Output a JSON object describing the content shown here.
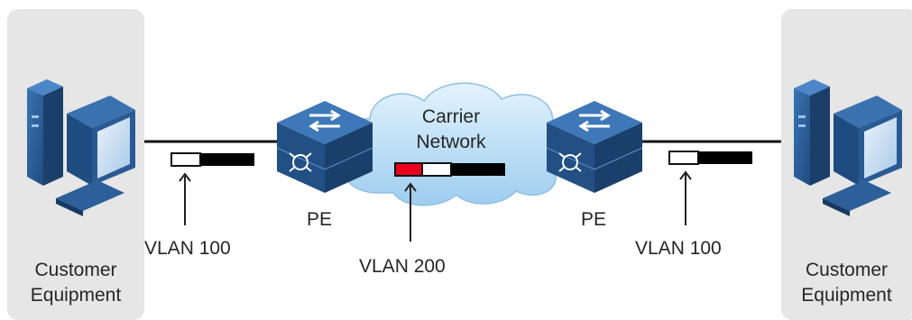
{
  "left_customer": {
    "label_line1": "Customer",
    "label_line2": "Equipment"
  },
  "right_customer": {
    "label_line1": "Customer",
    "label_line2": "Equipment"
  },
  "cloud": {
    "label_line1": "Carrier",
    "label_line2": "Network"
  },
  "pe_left": {
    "label": "PE"
  },
  "pe_right": {
    "label": "PE"
  },
  "tags": {
    "left": {
      "label": "VLAN 100"
    },
    "middle": {
      "label": "VLAN 200"
    },
    "right": {
      "label": "VLAN 100"
    }
  },
  "colors": {
    "panel": "#e6e6e6",
    "device_blue": "#2d5f9a",
    "cloud_fill": "#b9dcf4",
    "tag_red": "#e8001c",
    "link": "#111111"
  },
  "icons": [
    "computer-icon",
    "switch-icon",
    "cloud-icon",
    "arrow-up-icon"
  ]
}
